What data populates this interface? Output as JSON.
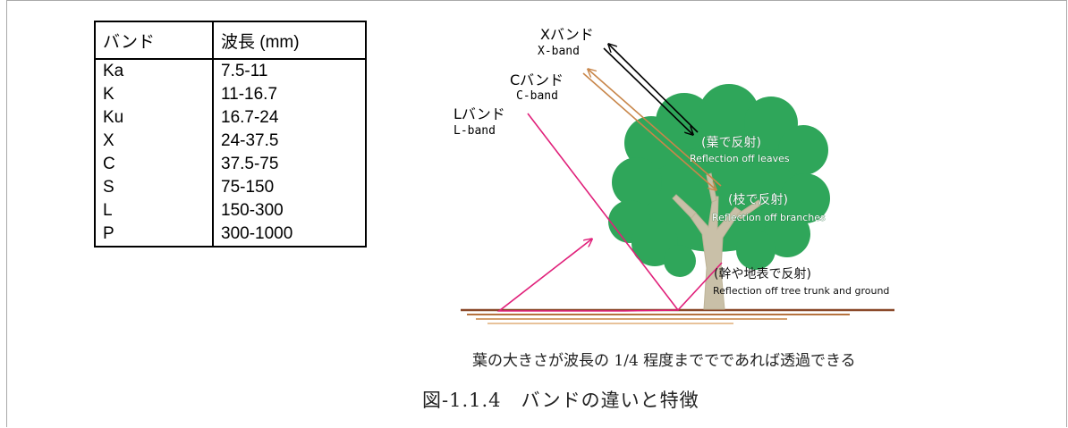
{
  "table": {
    "headers": [
      "バンド",
      "波長 (mm)"
    ],
    "rows": [
      [
        "Ka",
        "7.5-11"
      ],
      [
        "K",
        "11-16.7"
      ],
      [
        "Ku",
        "16.7-24"
      ],
      [
        "X",
        "24-37.5"
      ],
      [
        "C",
        "37.5-75"
      ],
      [
        "S",
        "75-150"
      ],
      [
        "L",
        "150-300"
      ],
      [
        "P",
        "300-1000"
      ]
    ]
  },
  "bands": {
    "x": {
      "jp": "Xバンド",
      "en": "X-band",
      "color": "#000000"
    },
    "c": {
      "jp": "Cバンド",
      "en": "C-band",
      "color": "#c8864a"
    },
    "l": {
      "jp": "Lバンド",
      "en": "L-band",
      "color": "#e0207a"
    }
  },
  "reflections": {
    "leaves": {
      "jp": "(葉で反射)",
      "en": "Reflection off leaves"
    },
    "branches": {
      "jp": "(枝で反射)",
      "en": "Reflection off branches"
    },
    "trunk": {
      "jp": "(幹や地表で反射)",
      "en": "Reflection off tree trunk and ground"
    }
  },
  "colors": {
    "foliage": "#2fa65a",
    "trunk": "#c9c0a8",
    "ground": "#8b4a2b"
  },
  "note": "葉の大きさが波長の 1/4 程度まででであれば透過できる",
  "caption": "図-1.1.4　バンドの違いと特徴"
}
